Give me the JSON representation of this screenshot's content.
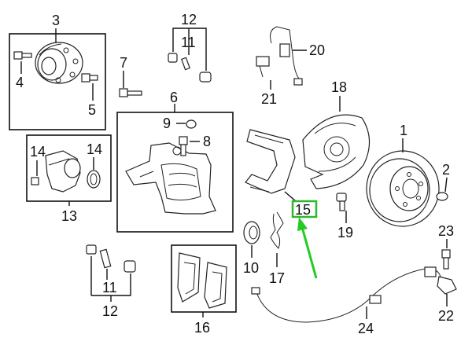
{
  "diagram": {
    "callouts": {
      "c1": "1",
      "c2": "2",
      "c3": "3",
      "c4": "4",
      "c5": "5",
      "c6": "6",
      "c7": "7",
      "c8": "8",
      "c9": "9",
      "c10": "10",
      "c11a": "11",
      "c11b": "11",
      "c12a": "12",
      "c12b": "12",
      "c13": "13",
      "c14a": "14",
      "c14b": "14",
      "c15": "15",
      "c16": "16",
      "c17": "17",
      "c18": "18",
      "c19": "19",
      "c20": "20",
      "c21": "21",
      "c22": "22",
      "c23": "23",
      "c24": "24"
    },
    "highlight": {
      "callout": "15",
      "box_color": "#2db82d",
      "arrow_color": "#22cc22"
    }
  }
}
